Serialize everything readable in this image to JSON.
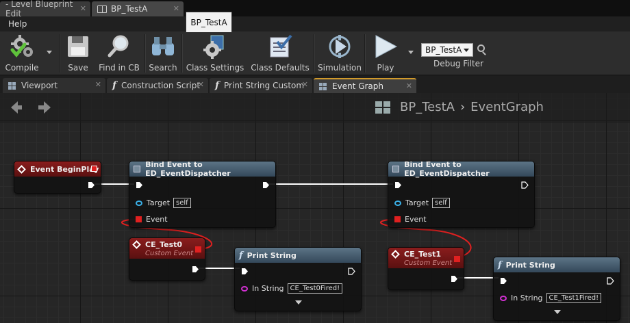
{
  "window": {
    "tabs": [
      {
        "label": "- Level Blueprint Edit"
      },
      {
        "label": "BP_TestA"
      }
    ],
    "tooltip": "BP_TestA"
  },
  "menu": {
    "items": [
      "Help"
    ]
  },
  "toolbar": {
    "compile": "Compile",
    "save": "Save",
    "find_in_cb": "Find in CB",
    "search": "Search",
    "class_settings": "Class Settings",
    "class_defaults": "Class Defaults",
    "simulation": "Simulation",
    "play": "Play",
    "debug_select": "BP_TestA",
    "debug_filter": "Debug Filter"
  },
  "editor_tabs": [
    {
      "label": "Viewport",
      "icon": "viewport-icon"
    },
    {
      "label": "Construction Script",
      "icon": "function-icon"
    },
    {
      "label": "Print String Custom",
      "icon": "function-icon"
    },
    {
      "label": "Event Graph",
      "icon": "graph-icon",
      "active": true
    }
  ],
  "breadcrumb": {
    "blueprint": "BP_TestA",
    "graph": "EventGraph"
  },
  "nodes": {
    "begin_play": {
      "title": "Event BeginPlay"
    },
    "bind1": {
      "title": "Bind Event to ED_EventDispatcher",
      "target_label": "Target",
      "target_value": "self",
      "event_label": "Event"
    },
    "bind2": {
      "title": "Bind Event to ED_EventDispatcher",
      "target_label": "Target",
      "target_value": "self",
      "event_label": "Event"
    },
    "ce0": {
      "title": "CE_Test0",
      "subtitle": "Custom Event"
    },
    "ce1": {
      "title": "CE_Test1",
      "subtitle": "Custom Event"
    },
    "print1": {
      "title": "Print String",
      "in_label": "In String",
      "in_value": "CE_Test0Fired!"
    },
    "print2": {
      "title": "Print String",
      "in_label": "In String",
      "in_value": "CE_Test1Fired!"
    }
  },
  "colors": {
    "exec": "#ffffff",
    "delegate": "#e02020",
    "object": "#3ab0e8",
    "string": "#d030d0",
    "accent_tab": "#d19a2b"
  }
}
